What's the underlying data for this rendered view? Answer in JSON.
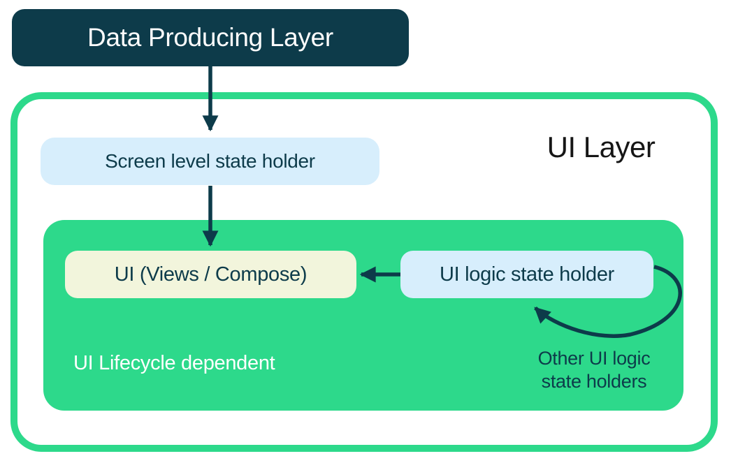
{
  "palette": {
    "green": "#2dd98b",
    "dark": "#0d3b4a",
    "blue": "#d7eefc",
    "cream": "#f2f5dc",
    "title": "#161616",
    "white": "#ffffff"
  },
  "nodes": {
    "data_producing_layer": {
      "label": "Data Producing Layer"
    },
    "ui_layer": {
      "title": "UI Layer"
    },
    "screen_state_holder": {
      "label": "Screen level state holder"
    },
    "ui_views_compose": {
      "label": "UI (Views / Compose)"
    },
    "ui_logic_state_holder": {
      "label": "UI logic state holder"
    },
    "lifecycle_note": {
      "label": "UI Lifecycle dependent"
    },
    "other_holders_note": {
      "line1": "Other UI logic",
      "line2": "state holders"
    }
  },
  "edges": [
    {
      "from": "data_producing_layer",
      "to": "screen_state_holder",
      "style": "straight-down"
    },
    {
      "from": "screen_state_holder",
      "to": "ui_views_compose",
      "style": "straight-down"
    },
    {
      "from": "ui_logic_state_holder",
      "to": "ui_views_compose",
      "style": "straight-left"
    },
    {
      "from": "ui_logic_state_holder",
      "to": "ui_logic_state_holder",
      "style": "self-loop",
      "label": "Other UI logic state holders"
    }
  ]
}
